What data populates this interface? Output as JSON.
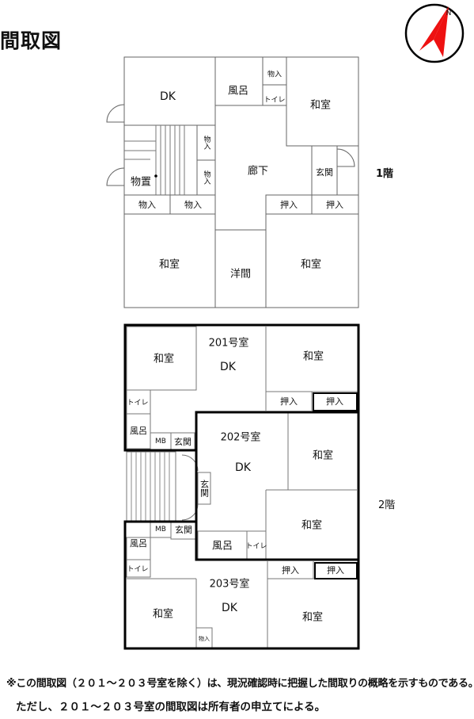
{
  "title": "間取図",
  "floor1": {
    "label": "1階",
    "rooms": {
      "dk": "DK",
      "bath": "風呂",
      "closet_top": "物入",
      "toilet": "トイレ",
      "washitsu_ne": "和室",
      "closet_stair1": "物入",
      "closet_stair2": "物入",
      "storage": "物置",
      "corridor": "廊下",
      "entrance": "玄関",
      "closet_w1": "物入",
      "closet_w2": "物入",
      "oshiire1": "押入",
      "oshiire2": "押入",
      "washitsu_sw": "和室",
      "yoma": "洋間",
      "washitsu_se": "和室"
    }
  },
  "floor2": {
    "label": "2階",
    "unit201": {
      "name": "201号室",
      "dk": "DK",
      "washitsu_w": "和室",
      "washitsu_e": "和室",
      "oshiire1": "押入",
      "oshiire2": "押入",
      "toilet": "トイレ",
      "bath": "風呂",
      "mb": "MB",
      "entrance": "玄関"
    },
    "unit202": {
      "name": "202号室",
      "dk": "DK",
      "washitsu_n": "和室",
      "washitsu_s": "和室",
      "entrance": "玄関",
      "bath": "風呂",
      "toilet": "トイレ"
    },
    "unit203": {
      "name": "203号室",
      "dk": "DK",
      "washitsu_w": "和室",
      "washitsu_e": "和室",
      "oshiire1": "押入",
      "oshiire2": "押入",
      "toilet": "トイレ",
      "bath": "風呂",
      "mb": "MB",
      "entrance": "玄関",
      "closet": "物入"
    }
  },
  "compass": {
    "label": "N",
    "icon": "north-arrow-icon"
  },
  "notes": {
    "line1": "※この間取図（２０１～２０３号室を除く）は、現況確認時に把握した間取りの概略を示すものである。",
    "line2": "ただし、２０１～２０３号室の間取図は所有者の申立てによる。"
  }
}
